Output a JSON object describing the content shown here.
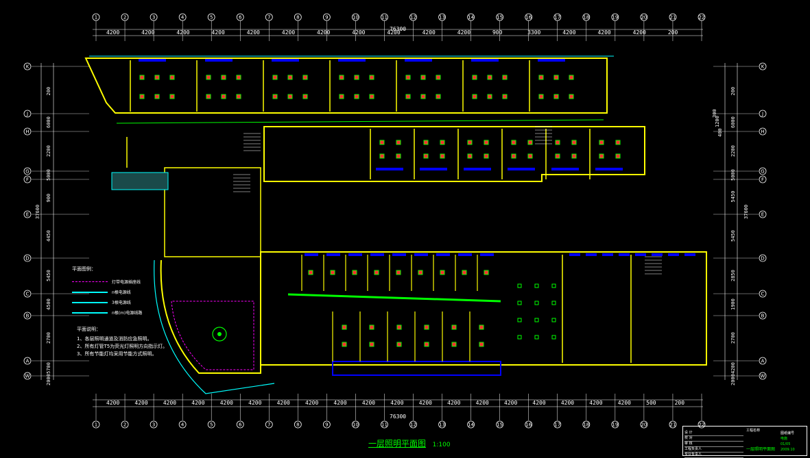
{
  "title": {
    "main": "一层照明平面图",
    "scale": "1:100"
  },
  "top_axes": [
    "1",
    "2",
    "3",
    "4",
    "5",
    "6",
    "7",
    "8",
    "9",
    "10",
    "11",
    "12",
    "13",
    "14",
    "15",
    "16",
    "17",
    "18",
    "19",
    "20",
    "21",
    "22"
  ],
  "bottom_axes": [
    "1",
    "2",
    "3",
    "4",
    "5",
    "6",
    "7",
    "8",
    "9",
    "10",
    "11",
    "12",
    "13",
    "14",
    "15",
    "16",
    "17",
    "18",
    "19",
    "20",
    "21",
    "22"
  ],
  "top_total": "76300",
  "bottom_total": "76300",
  "top_spans": [
    "4200",
    "4200",
    "4200",
    "4200",
    "4200",
    "4200",
    "4200",
    "4200",
    "4200",
    "4200",
    "4200",
    "900",
    "3300",
    "4200",
    "4200",
    "4200",
    "200"
  ],
  "bottom_spans": [
    "4200",
    "4200",
    "4200",
    "4200",
    "4200",
    "4200",
    "4200",
    "4200",
    "4200",
    "4200",
    "4200",
    "4200",
    "4200",
    "4200",
    "4200",
    "4200",
    "4200",
    "4200",
    "4200",
    "500",
    "200"
  ],
  "row_axes": [
    "K",
    "J",
    "H",
    "G",
    "F",
    "E",
    "D",
    "C",
    "B",
    "A",
    "W"
  ],
  "left_dims": [
    "200",
    "6000",
    "2200",
    "5000",
    "900",
    "4450",
    "5450",
    "4500",
    "2700",
    "5700",
    "2000"
  ],
  "left_total": "37600",
  "right_dims": [
    "200",
    "6000",
    "2200",
    "5000",
    "5450",
    "5450",
    "2850",
    "1900",
    "2700",
    "4200",
    "2000"
  ],
  "right_total": "37600",
  "right_extra": [
    "300",
    "1200",
    "400"
  ],
  "legend": {
    "title": "平面图例：",
    "items": [
      "灯带电源插座线",
      "n根电源线",
      "3根电源线",
      "n根(m)电源线路"
    ]
  },
  "notes": {
    "title": "平面说明：",
    "items": [
      "1、各层照明通道及消防应急照明。",
      "2、所有灯管T5为荧光灯照明方向指示灯。",
      "3、所有节能灯均采用节能方式照明。"
    ]
  },
  "title_block": {
    "project": "工程名称",
    "drawing": "一层照明平面图",
    "rows": [
      "设 计",
      "校 对",
      "审 核",
      "工程负责人",
      "专业负责人"
    ],
    "right": [
      "图纸编号",
      "电施",
      "01/05",
      "2009.10"
    ]
  },
  "colors": {
    "wall": "#ffff00",
    "window": "#0000ff",
    "wire": "#00ff00",
    "dim": "#ffffff",
    "outline": "#00ffff"
  }
}
